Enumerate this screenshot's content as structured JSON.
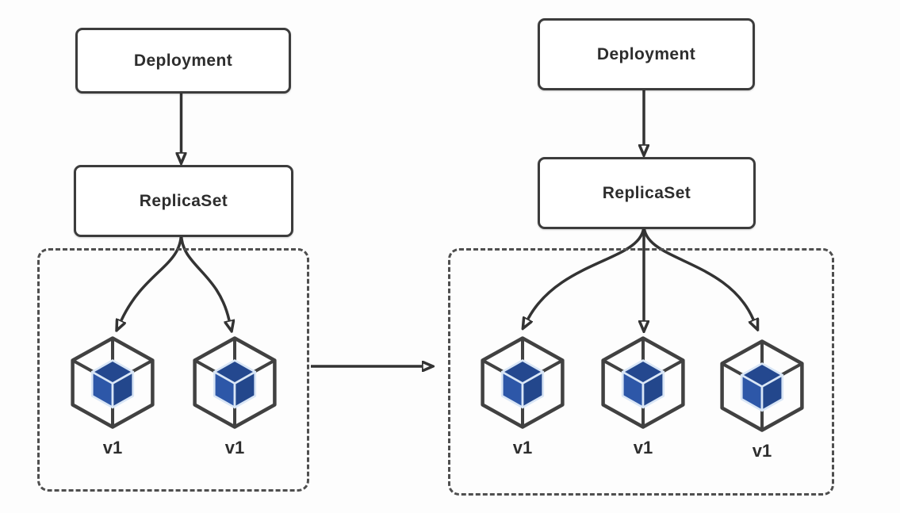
{
  "diagram": {
    "kind": "kubernetes-scaling",
    "panels": [
      {
        "id": "before-scale",
        "deployment_label": "Deployment",
        "replicaset_label": "ReplicaSet",
        "pods": [
          {
            "label": "v1"
          },
          {
            "label": "v1"
          }
        ]
      },
      {
        "id": "after-scale",
        "deployment_label": "Deployment",
        "replicaset_label": "ReplicaSet",
        "pods": [
          {
            "label": "v1"
          },
          {
            "label": "v1"
          },
          {
            "label": "v1"
          }
        ]
      }
    ],
    "edges": [
      "before: Deployment -> ReplicaSet",
      "before: ReplicaSet -> pod v1 (x2)",
      "before group -> after group (scale out)",
      "after: Deployment -> ReplicaSet",
      "after: ReplicaSet -> pod v1 (x3)"
    ],
    "colors": {
      "line": "#333333",
      "box_border": "#3c3c3c",
      "box_fill": "#ffffff",
      "dashed_border": "#4f4f4f",
      "pod_outline": "#414141",
      "cube_top": "#24488f",
      "cube_left": "#2d57a8",
      "cube_right": "#23478c",
      "cube_edge": "#d9e6f6",
      "text": "#2d2d2d",
      "background": "#fdfdfd"
    }
  }
}
